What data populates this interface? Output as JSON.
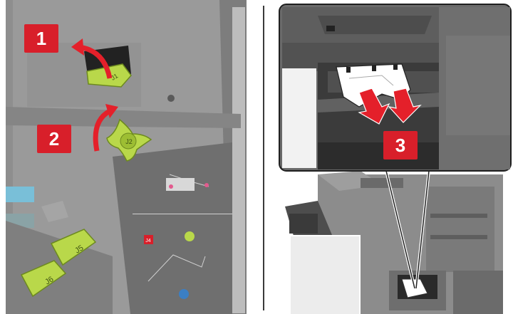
{
  "steps": [
    {
      "number": "1"
    },
    {
      "number": "2"
    },
    {
      "number": "3"
    }
  ],
  "levers": {
    "j1": "J1",
    "j2": "J2",
    "j5": "J5",
    "j6": "J6",
    "panel_j4": "J4"
  },
  "colors": {
    "badge": "#d81f2a",
    "lever_green": "#b9d84a",
    "arrow_red": "#e4202a",
    "machine_gray": "#8f8f8f"
  }
}
